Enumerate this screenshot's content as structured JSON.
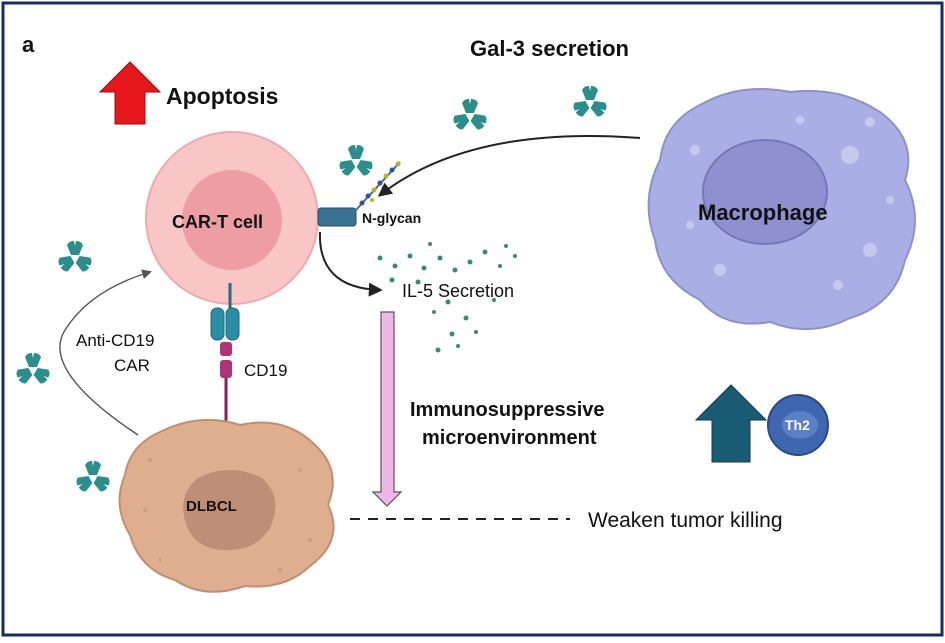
{
  "panel_label": "a",
  "labels": {
    "gal3": "Gal-3 secretion",
    "apoptosis": "Apoptosis",
    "cart_cell": "CAR-T cell",
    "nglycan": "N-glycan",
    "macrophage": "Macrophage",
    "il5": "IL-5 Secretion",
    "anti_cd19": "Anti-CD19",
    "car": "CAR",
    "cd19": "CD19",
    "immuno1": "Immunosuppressive",
    "immuno2": "microenvironment",
    "th2": "Th2",
    "dlbcl": "DLBCL",
    "weaken": "Weaken tumor killing"
  },
  "colors": {
    "frame": "#1a2b5c",
    "up_arrow_red": "#e5171b",
    "up_arrow_teal": "#1b5c75",
    "cart_outer": "#f9c6c8",
    "cart_inner": "#ee9ea2",
    "macrophage": "#a9aee4",
    "macrophage_nucleus": "#8e90cf",
    "dlbcl": "#deae8e",
    "dlbcl_nucleus": "#bf8e77",
    "gal3": "#2a8f8c",
    "receptor": "#3a7295",
    "pink_arrow": "#f0b6e8",
    "th2": "#3f66b0"
  }
}
